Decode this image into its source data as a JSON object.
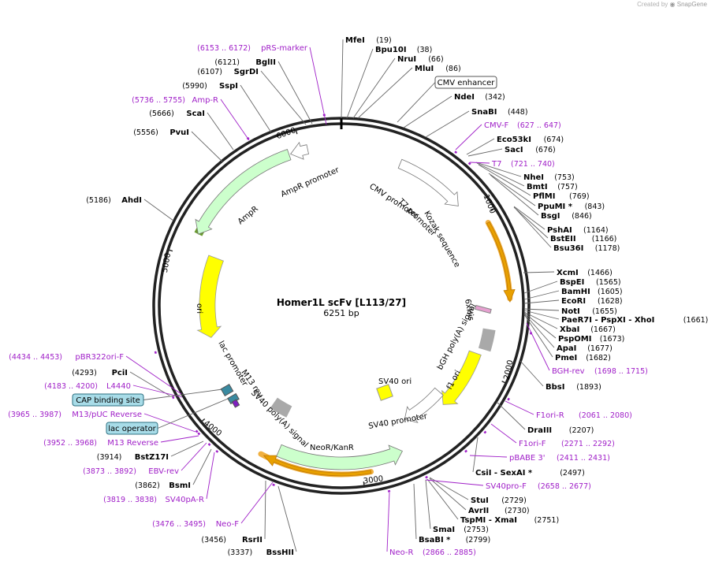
{
  "credit": {
    "prefix": "Created by",
    "brand": "SnapGene"
  },
  "plasmid": {
    "name": "Homer1L scFv [L113/27]",
    "length_label": "6251 bp",
    "length": 6251
  },
  "colors": {
    "primer": "#a020c8",
    "promoter": "#ffffff",
    "amp": "#ccffcc",
    "ori": "#ffff00",
    "orf_highlight": "#f0b040",
    "rep": "#a9a9a9"
  },
  "ring": {
    "ticks": [
      {
        "pos": 1000,
        "label": "1000"
      },
      {
        "pos": 2000,
        "label": "2000"
      },
      {
        "pos": 3000,
        "label": "3000"
      },
      {
        "pos": 4000,
        "label": "4000"
      },
      {
        "pos": 5000,
        "label": "5000"
      },
      {
        "pos": 6000,
        "label": "6000"
      }
    ]
  },
  "enzymes": [
    {
      "name": "MfeI",
      "pos": "(19)",
      "side": "right"
    },
    {
      "name": "Bpu10I",
      "pos": "(38)",
      "side": "right"
    },
    {
      "name": "NruI",
      "pos": "(66)",
      "side": "right"
    },
    {
      "name": "MluI",
      "pos": "(86)",
      "side": "right"
    },
    {
      "name": "NdeI",
      "pos": "(342)",
      "side": "right"
    },
    {
      "name": "SnaBI",
      "pos": "(448)",
      "side": "right"
    },
    {
      "name": "Eco53kI",
      "pos": "(674)",
      "side": "right"
    },
    {
      "name": "SacI",
      "pos": "(676)",
      "side": "right"
    },
    {
      "name": "NheI",
      "pos": "(753)",
      "side": "right"
    },
    {
      "name": "BmtI",
      "pos": "(757)",
      "side": "right"
    },
    {
      "name": "PflMI",
      "pos": "(769)",
      "side": "right"
    },
    {
      "name": "PpuMI *",
      "pos": "(843)",
      "side": "right"
    },
    {
      "name": "BsgI",
      "pos": "(846)",
      "side": "right"
    },
    {
      "name": "PshAI",
      "pos": "(1164)",
      "side": "right"
    },
    {
      "name": "BstEII",
      "pos": "(1166)",
      "side": "right"
    },
    {
      "name": "Bsu36I",
      "pos": "(1178)",
      "side": "right"
    },
    {
      "name": "XcmI",
      "pos": "(1466)",
      "side": "right"
    },
    {
      "name": "BspEI",
      "pos": "(1565)",
      "side": "right"
    },
    {
      "name": "BamHI",
      "pos": "(1605)",
      "side": "right"
    },
    {
      "name": "EcoRI",
      "pos": "(1628)",
      "side": "right"
    },
    {
      "name": "NotI",
      "pos": "(1655)",
      "side": "right"
    },
    {
      "name": "PaeR7I - PspXI - XhoI",
      "pos": "(1661)",
      "side": "right"
    },
    {
      "name": "XbaI",
      "pos": "(1667)",
      "side": "right"
    },
    {
      "name": "PspOMI",
      "pos": "(1673)",
      "side": "right"
    },
    {
      "name": "ApaI",
      "pos": "(1677)",
      "side": "right"
    },
    {
      "name": "PmeI",
      "pos": "(1682)",
      "side": "right"
    },
    {
      "name": "BbsI",
      "pos": "(1893)",
      "side": "right"
    },
    {
      "name": "DraIII",
      "pos": "(2207)",
      "side": "right"
    },
    {
      "name": "CsiI - SexAI *",
      "pos": "(2497)",
      "side": "right"
    },
    {
      "name": "StuI",
      "pos": "(2729)",
      "side": "right"
    },
    {
      "name": "AvrII",
      "pos": "(2730)",
      "side": "right"
    },
    {
      "name": "TspMI - XmaI",
      "pos": "(2751)",
      "side": "right"
    },
    {
      "name": "SmaI",
      "pos": "(2753)",
      "side": "right"
    },
    {
      "name": "BsaBI *",
      "pos": "(2799)",
      "side": "right"
    },
    {
      "name": "BssHII",
      "pos": "(3337)",
      "side": "left"
    },
    {
      "name": "RsrII",
      "pos": "(3456)",
      "side": "left"
    },
    {
      "name": "BsmI",
      "pos": "(3862)",
      "side": "left"
    },
    {
      "name": "BstZ17I",
      "pos": "(3914)",
      "side": "left"
    },
    {
      "name": "PciI",
      "pos": "(4293)",
      "side": "left"
    },
    {
      "name": "AhdI",
      "pos": "(5186)",
      "side": "left"
    },
    {
      "name": "PvuI",
      "pos": "(5556)",
      "side": "left"
    },
    {
      "name": "ScaI",
      "pos": "(5666)",
      "side": "left"
    },
    {
      "name": "SspI",
      "pos": "(5990)",
      "side": "left"
    },
    {
      "name": "SgrDI",
      "pos": "(6107)",
      "side": "left"
    },
    {
      "name": "BglII",
      "pos": "(6121)",
      "side": "left"
    }
  ],
  "primers": [
    {
      "name": "pRS-marker",
      "range": "(6153 .. 6172)",
      "side": "left"
    },
    {
      "name": "Amp-R",
      "range": "(5736 .. 5755)",
      "side": "left"
    },
    {
      "name": "CMV-F",
      "range": "(627 .. 647)",
      "side": "right"
    },
    {
      "name": "T7",
      "range": "(721 .. 740)",
      "side": "right"
    },
    {
      "name": "BGH-rev",
      "range": "(1698 .. 1715)",
      "side": "right"
    },
    {
      "name": "F1ori-R",
      "range": "(2061 .. 2080)",
      "side": "right"
    },
    {
      "name": "F1ori-F",
      "range": "(2271 .. 2292)",
      "side": "right"
    },
    {
      "name": "pBABE 3'",
      "range": "(2411 .. 2431)",
      "side": "right"
    },
    {
      "name": "SV40pro-F",
      "range": "(2658 .. 2677)",
      "side": "right"
    },
    {
      "name": "Neo-R",
      "range": "(2866 .. 2885)",
      "side": "right"
    },
    {
      "name": "pBR322ori-F",
      "range": "(4434 .. 4453)",
      "side": "left"
    },
    {
      "name": "L4440",
      "range": "(4183 .. 4200)",
      "side": "left"
    },
    {
      "name": "M13/pUC Reverse",
      "range": "(3965 .. 3987)",
      "side": "left"
    },
    {
      "name": "M13 Reverse",
      "range": "(3952 .. 3968)",
      "side": "left"
    },
    {
      "name": "EBV-rev",
      "range": "(3873 .. 3892)",
      "side": "left"
    },
    {
      "name": "SV40pA-R",
      "range": "(3819 .. 3838)",
      "side": "left"
    },
    {
      "name": "Neo-F",
      "range": "(3476 .. 3495)",
      "side": "left"
    }
  ],
  "boxed_features": [
    {
      "name": "CMV enhancer",
      "style": "white"
    },
    {
      "name": "CAP binding site",
      "style": "teal"
    },
    {
      "name": "lac operator",
      "style": "teal"
    }
  ],
  "features": [
    {
      "name": "CMV promoter"
    },
    {
      "name": "T7 promoter"
    },
    {
      "name": "Kozak sequence"
    },
    {
      "name": "6xHis"
    },
    {
      "name": "bGH poly(A) signal"
    },
    {
      "name": "f1 ori"
    },
    {
      "name": "SV40 ori"
    },
    {
      "name": "SV40 promoter"
    },
    {
      "name": "NeoR/KanR"
    },
    {
      "name": "SV40 poly(A) signal"
    },
    {
      "name": "M13 rev"
    },
    {
      "name": "lac promoter"
    },
    {
      "name": "ori"
    },
    {
      "name": "AmpR"
    },
    {
      "name": "AmpR promoter"
    }
  ]
}
